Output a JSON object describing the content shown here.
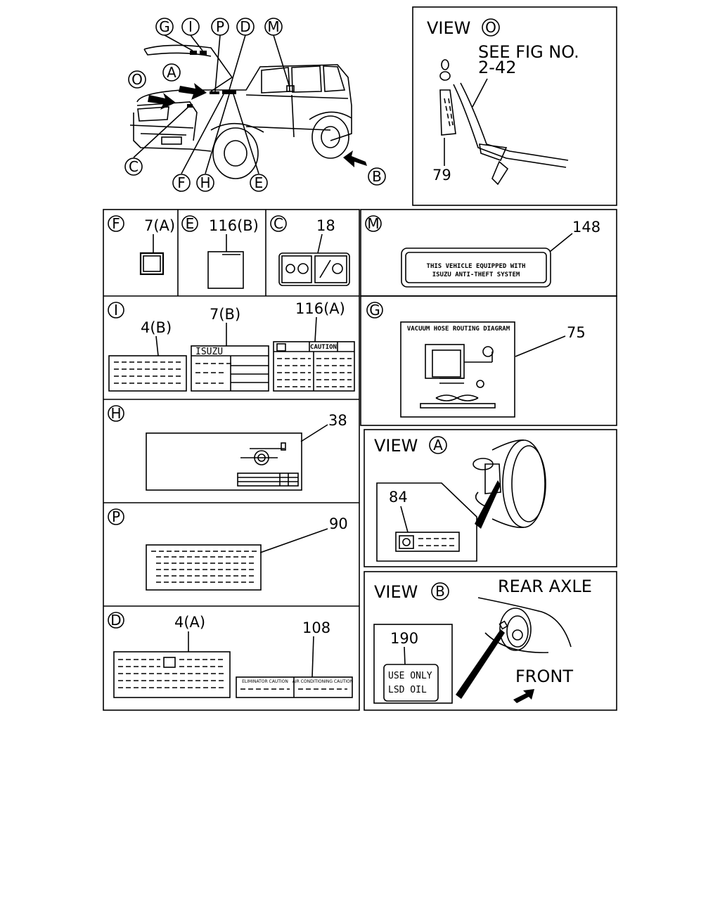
{
  "overview": {
    "callouts": [
      "G",
      "I",
      "P",
      "D",
      "M",
      "O",
      "A",
      "C",
      "F",
      "H",
      "E",
      "B"
    ]
  },
  "view_o": {
    "title": "VIEW",
    "letter": "O",
    "note_line1": "SEE FIG NO.",
    "note_line2": "2-42",
    "part": "79"
  },
  "panels": {
    "f": {
      "letter": "F",
      "part": "7(A)"
    },
    "e": {
      "letter": "E",
      "part": "116(B)"
    },
    "c": {
      "letter": "C",
      "part": "18"
    },
    "m": {
      "letter": "M",
      "part": "148",
      "label_line1": "THIS VEHICLE EQUIPPED WITH",
      "label_line2": "ISUZU ANTI-THEFT SYSTEM"
    },
    "i": {
      "letter": "I",
      "part_a": "4(B)",
      "part_b": "7(B)",
      "part_c": "116(A)",
      "brand": "ISUZU",
      "caution": "CAUTION"
    },
    "g": {
      "letter": "G",
      "part": "75",
      "diagram_title": "VACUUM HOSE ROUTING DIAGRAM"
    },
    "h": {
      "letter": "H",
      "part": "38"
    },
    "p": {
      "letter": "P",
      "part": "90"
    },
    "d": {
      "letter": "D",
      "part_a": "4(A)",
      "part_b": "108",
      "sub1": "ELIMINATOR CAUTION",
      "sub2": "AIR CONDITIONING CAUTION"
    },
    "view_a": {
      "title": "VIEW",
      "letter": "A",
      "part": "84"
    },
    "view_b": {
      "title": "VIEW",
      "letter": "B",
      "part": "190",
      "heading": "REAR AXLE",
      "label_line1": "USE ONLY",
      "label_line2": "LSD OIL",
      "direction": "FRONT"
    }
  }
}
